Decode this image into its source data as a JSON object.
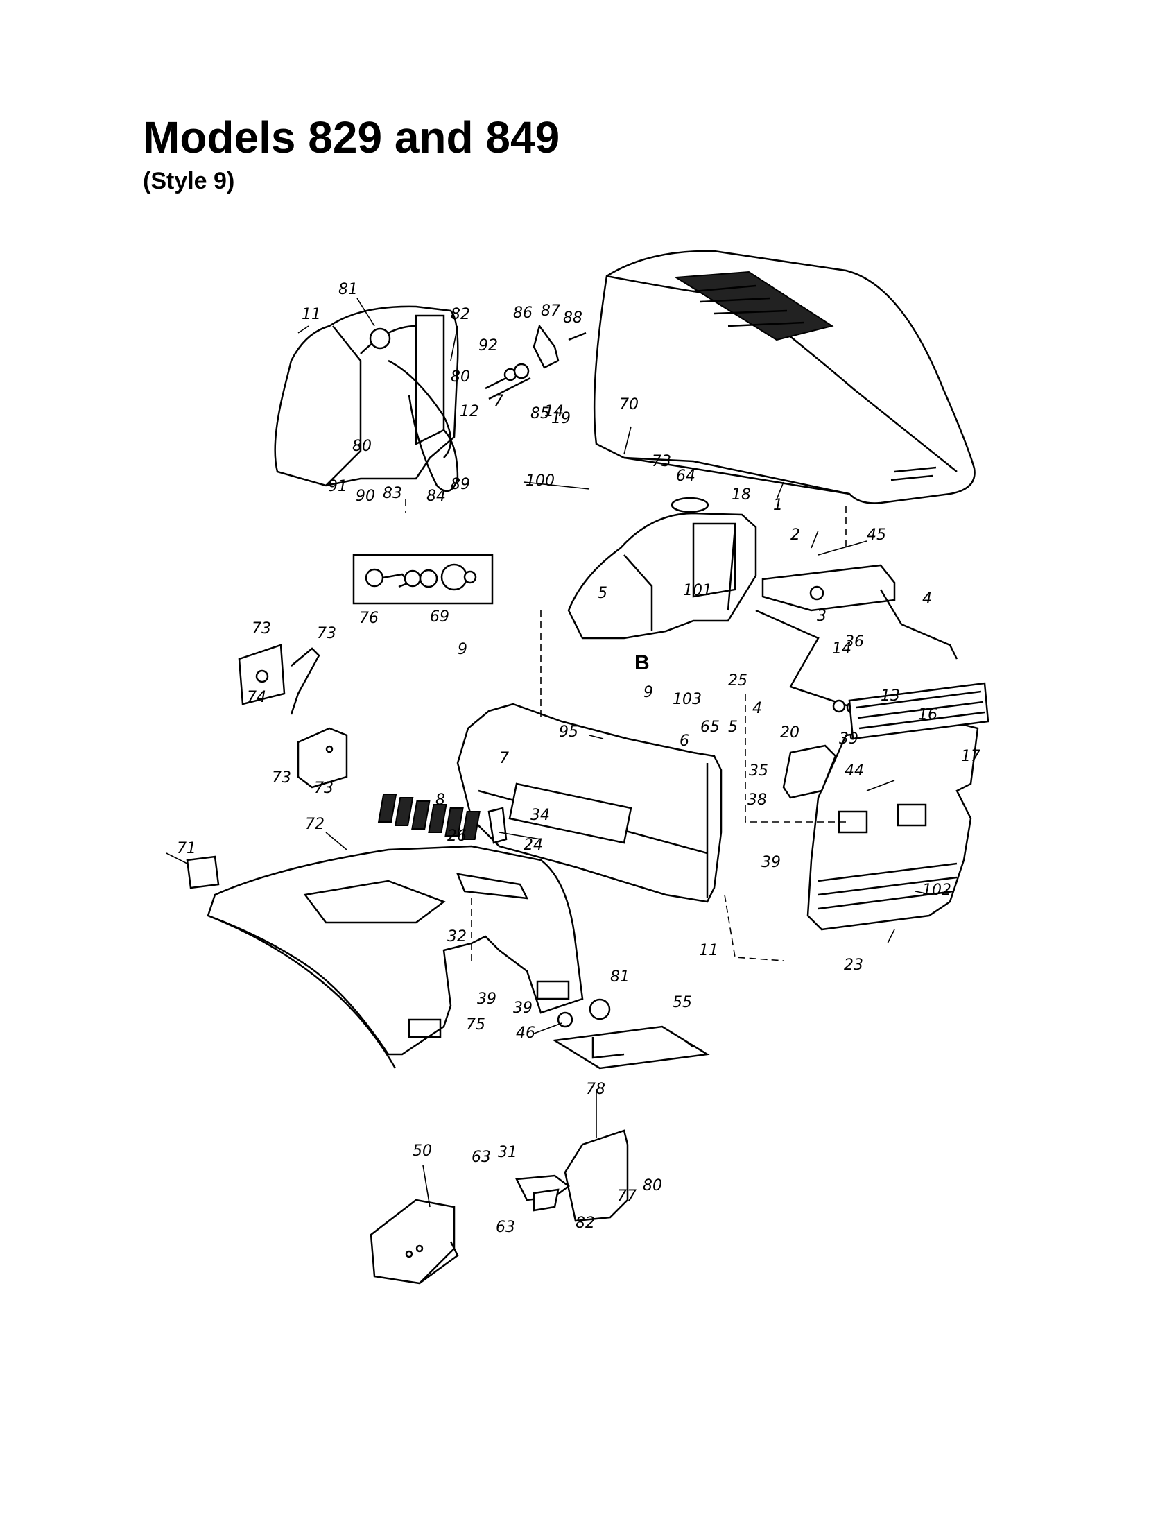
{
  "title": "Models 829 and 849",
  "subtitle": "(Style 9)",
  "section_letter": "B",
  "labels": [
    "81",
    "11",
    "82",
    "86",
    "87",
    "88",
    "92",
    "80",
    "12",
    "7",
    "14",
    "85",
    "80",
    "91",
    "90",
    "83",
    "84",
    "89",
    "70",
    "19",
    "73",
    "64",
    "100",
    "1",
    "18",
    "45",
    "2",
    "5",
    "101",
    "3",
    "4",
    "25",
    "14",
    "36",
    "13",
    "4",
    "103",
    "76",
    "69",
    "73",
    "73",
    "74",
    "73",
    "73",
    "9",
    "9",
    "95",
    "6",
    "65",
    "5",
    "7",
    "8",
    "20",
    "39",
    "16",
    "17",
    "35",
    "38",
    "44",
    "34",
    "72",
    "26",
    "24",
    "71",
    "32",
    "39",
    "102",
    "39",
    "11",
    "23",
    "75",
    "39",
    "46",
    "81",
    "55",
    "78",
    "50",
    "63",
    "31",
    "77",
    "80",
    "63",
    "82"
  ]
}
